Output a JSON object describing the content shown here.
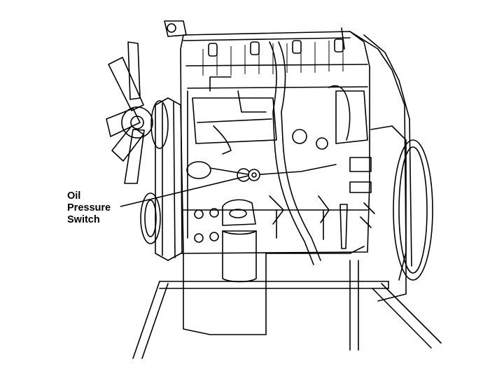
{
  "callout": {
    "lines": [
      "Oil",
      "Pressure",
      "Switch"
    ],
    "text": "Oil\nPressure\nSwitch"
  },
  "colors": {
    "line": "#000000",
    "background": "#ffffff"
  },
  "icons": {
    "illustration": "engine-illustration"
  }
}
